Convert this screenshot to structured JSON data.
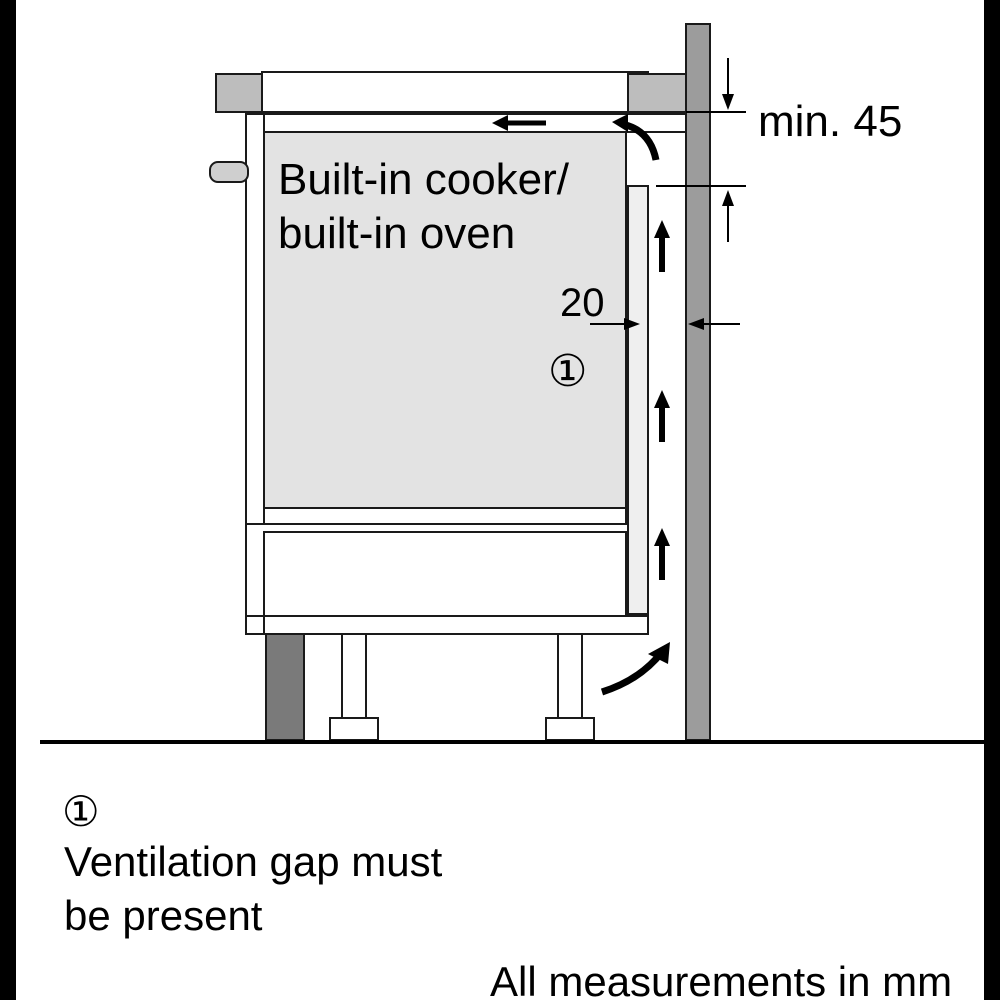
{
  "diagram": {
    "appliance_label_line1": "Built-in cooker/",
    "appliance_label_line2": "built-in oven",
    "dimension_top": "min. 45",
    "dimension_side": "20",
    "callout_marker": "①"
  },
  "legend": {
    "marker": "①",
    "line1": "Ventilation gap must",
    "line2": "be present"
  },
  "footer": {
    "note": "All measurements in mm"
  },
  "colors": {
    "appliance_fill": "#e3e3e3",
    "wall_fill": "#9c9c9c",
    "panel_fill": "#efefef",
    "worktop_fill": "#bdbdbd",
    "outline": "#1a1a1a"
  }
}
